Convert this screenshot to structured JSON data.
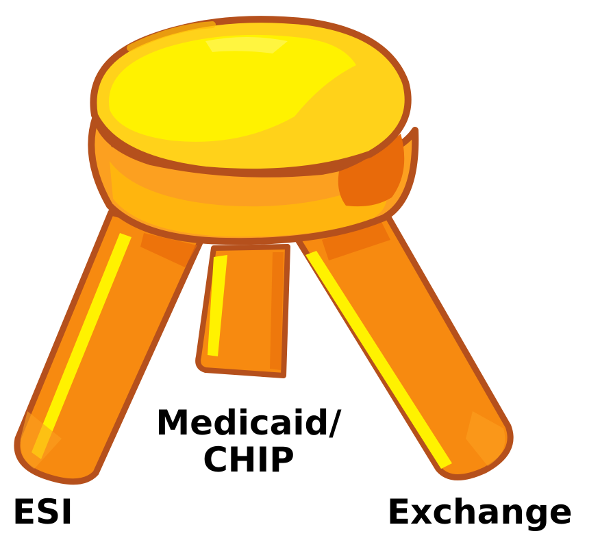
{
  "diagram": {
    "labels": {
      "esi": "ESI",
      "medicaid_line1": "Medicaid/",
      "medicaid_line2": "CHIP",
      "exchange": "Exchange"
    },
    "colors": {
      "outline": "#b5501c",
      "orange": "#f78a10",
      "orange_light": "#fca020",
      "orange_dark": "#e86a0a",
      "yellow": "#fff200",
      "yellow_soft": "#ffd21a",
      "gold": "#ffba0a"
    },
    "icons": {
      "stool": "three-legged-stool-icon"
    }
  }
}
